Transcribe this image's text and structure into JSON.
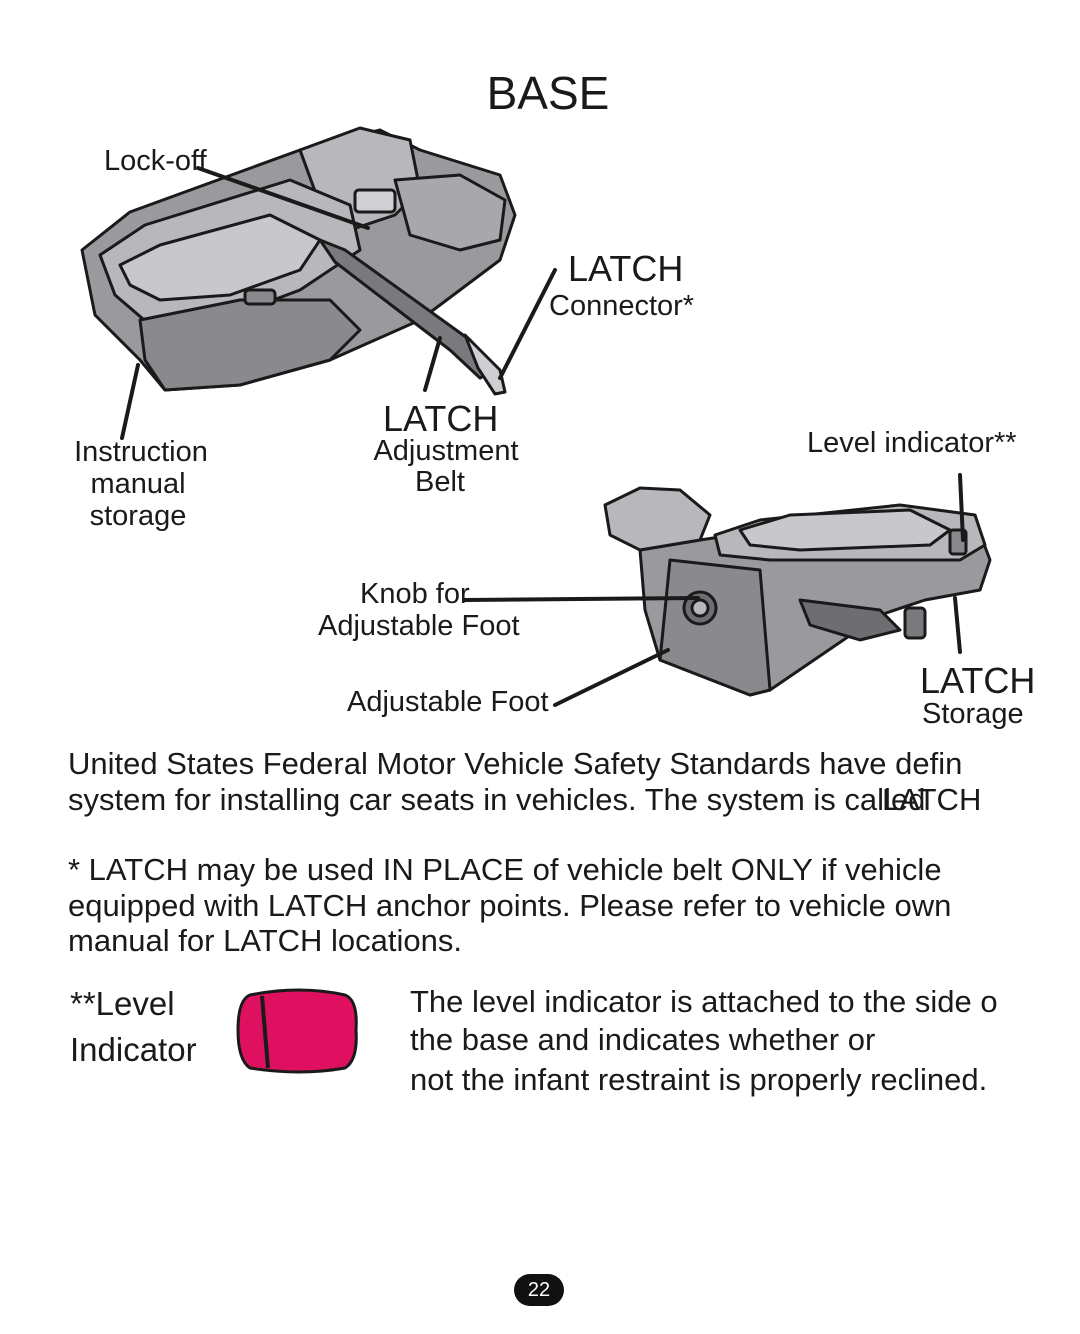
{
  "page": {
    "title": "BASE",
    "page_number": "22"
  },
  "labels": {
    "lock_off": "Lock-off",
    "latch_connector_title": "LATCH",
    "latch_connector_sub": "Connector*",
    "latch_adjustment_title": "LATCH",
    "latch_adjustment_line1": "Adjustment",
    "latch_adjustment_line2": "Belt",
    "instruction_line1": "Instruction",
    "instruction_line2": "manual",
    "instruction_line3": "storage",
    "level_indicator": "Level indicator**",
    "knob_line1": "Knob for",
    "knob_line2": "Adjustable Foot",
    "adjustable_foot": "Adjustable Foot",
    "latch_storage_title": "LATCH",
    "latch_storage_sub": "Storage"
  },
  "paragraphs": {
    "fmvss_line1": "United States Federal Motor Vehicle Safety Standards have defin",
    "fmvss_line2": "system for installing car seats in vehicles. The system is called",
    "fmvss_overlay": "LATCH",
    "note_line1": "* LATCH may be used IN PLACE of vehicle belt ONLY if vehicle",
    "note_line2": "equipped with LATCH anchor points. Please refer to vehicle own",
    "note_line3": "manual for LATCH locations."
  },
  "level_indicator_section": {
    "label_line1": "**Level",
    "label_line2": "Indicator",
    "desc_line1": "The level indicator is attached to the side o",
    "desc_line2": "the base and indicates whether or",
    "desc_line3": "not the infant restraint is properly reclined.",
    "indicator_color": "#e01060"
  },
  "colors": {
    "base_fill": "#9a9a9e",
    "base_light": "#b8b8bc",
    "base_dark": "#6e6e72",
    "ink": "#1a1a1a"
  }
}
